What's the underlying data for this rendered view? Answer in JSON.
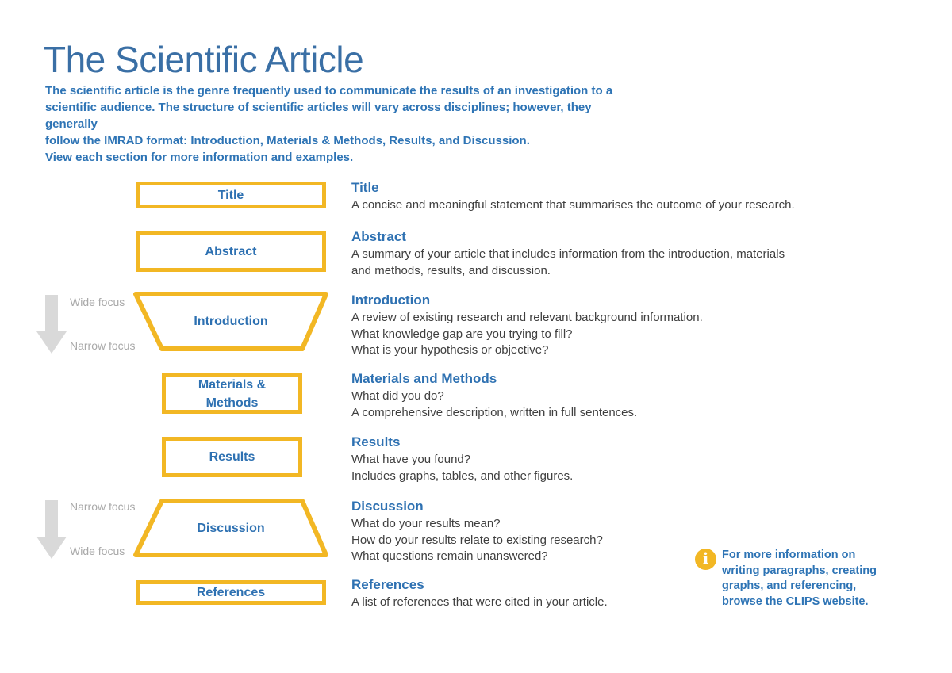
{
  "page_title": "The Scientific Article",
  "intro_paragraph": "The scientific article is the genre frequently used to communicate the results of an investigation to a\nscientific audience. The structure of scientific articles will vary across disciplines; however, they generally\nfollow the IMRAD format: Introduction, Materials & Methods, Results, and Discussion.\nView each section for more information and examples.",
  "sections": [
    {
      "shape_label": "Title",
      "shape_type": "rectangle-wide",
      "heading": "Title",
      "description": "A concise and meaningful statement that summarises the outcome of your research."
    },
    {
      "shape_label": "Abstract",
      "shape_type": "rectangle-wide",
      "heading": "Abstract",
      "description": "A summary of your article that includes information from the introduction, materials\nand methods, results, and discussion."
    },
    {
      "shape_label": "Introduction",
      "shape_type": "trapezoid-narrowing",
      "heading": "Introduction",
      "description": "A review of existing research and relevant background information.\nWhat knowledge gap are you trying to fill?\nWhat is your hypothesis or objective?"
    },
    {
      "shape_label": "Materials &\nMethods",
      "shape_type": "rectangle-narrow",
      "heading": "Materials and Methods",
      "description": "What did you do?\nA comprehensive description, written in full sentences."
    },
    {
      "shape_label": "Results",
      "shape_type": "rectangle-narrow",
      "heading": "Results",
      "description": "What have you found?\nIncludes graphs, tables, and other figures."
    },
    {
      "shape_label": "Discussion",
      "shape_type": "trapezoid-widening",
      "heading": "Discussion",
      "description": "What do your results mean?\nHow do your results relate to existing research?\nWhat questions remain unanswered?"
    },
    {
      "shape_label": "References",
      "shape_type": "rectangle-wide",
      "heading": "References",
      "description": "A list of references that were cited in your article."
    }
  ],
  "focus_arrows": [
    {
      "top_label": "Wide focus",
      "bottom_label": "Narrow focus",
      "direction": "down"
    },
    {
      "top_label": "Narrow focus",
      "bottom_label": "Wide focus",
      "direction": "down"
    }
  ],
  "info_note": {
    "icon": "info-icon",
    "text": "For more information on\nwriting paragraphs, creating\ngraphs, and referencing,\nbrowse the CLIPS website."
  },
  "colors": {
    "accent_yellow": "#F2B724",
    "title_blue": "#3A6FA5",
    "heading_blue": "#2E71B2",
    "intro_blue": "#2E74B5",
    "body_gray": "#3F3F3F",
    "focus_label_gray": "#A9A9A9",
    "arrow_gray": "#D9D9D9"
  }
}
